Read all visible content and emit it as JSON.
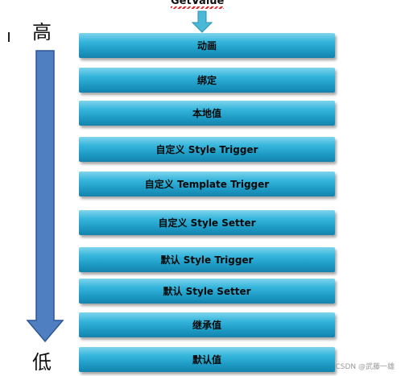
{
  "title": "GetValue",
  "axis": {
    "high": "高",
    "low": "低"
  },
  "layers": [
    "动画",
    "绑定",
    "本地值",
    "自定义 Style Trigger",
    "自定义 Template Trigger",
    "自定义 Style Setter",
    "默认 Style Trigger",
    "默认 Style Setter",
    "继承值",
    "默认值"
  ],
  "watermark": "CSDN @武藤一雄",
  "colors": {
    "box_top": "#7fd4ec",
    "box_bottom": "#1483ad",
    "arrow_fill": "#4f7fc0",
    "arrow_stroke": "#2f5597",
    "entry_arrow": "#4bb8d8"
  }
}
